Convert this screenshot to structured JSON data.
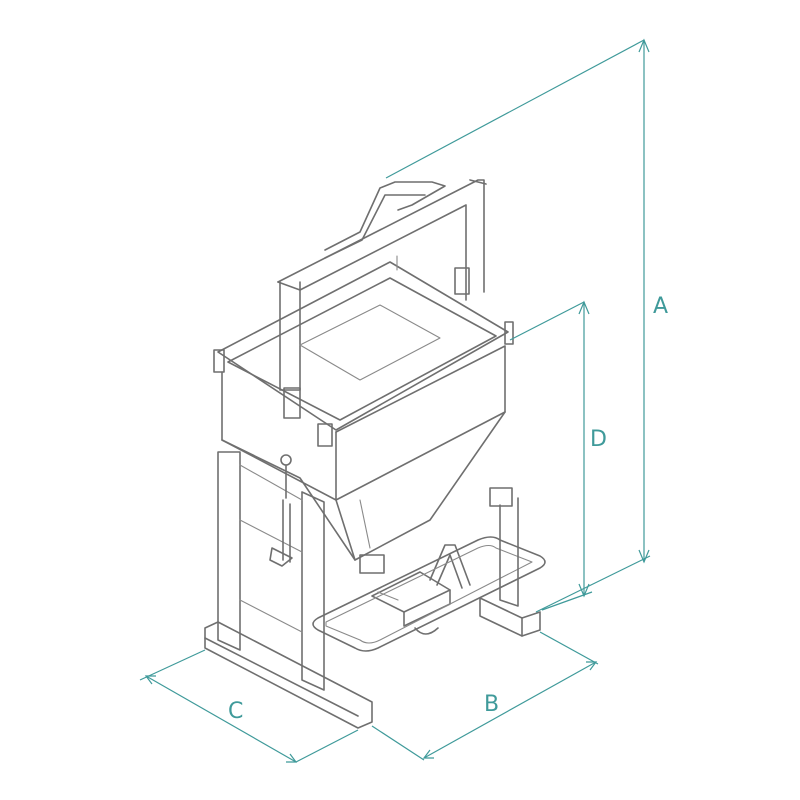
{
  "diagram": {
    "dimension_labels": {
      "a": "A",
      "b": "B",
      "c": "C",
      "d": "D"
    },
    "colors": {
      "line": "#6f6f6f",
      "dimension": "#3f9a9a",
      "background": "#ffffff"
    }
  }
}
